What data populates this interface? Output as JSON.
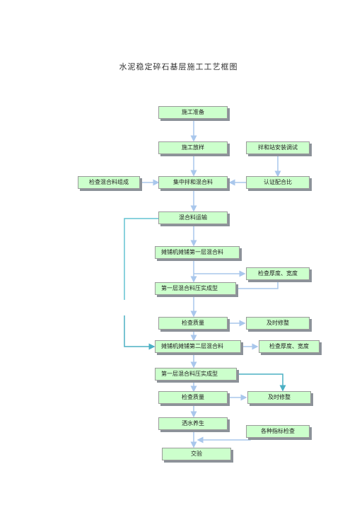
{
  "title": "水泥稳定碎石基层施工工艺框图",
  "colors": {
    "box_fill": "#ccffcc",
    "box_border": "#9a9a9a",
    "shadow": "#8c9299",
    "arrow": "#a9c7ec",
    "side_line": "#63c3d2",
    "accent_line": "#4bb0c4"
  },
  "nodes": {
    "prep": "施工准备",
    "survey": "施工放样",
    "plant_install": "拌和站安装调试",
    "check_mix_comp": "检查混合料组成",
    "central_mix": "集中拌和混合料",
    "confirm_ratio": "认证配合比",
    "transport": "混合料运输",
    "pave1": "摊铺机摊铺第一层混合料",
    "check_thick1": "检查厚度、宽度",
    "compact1": "第一层混合料压实成型",
    "check_quality1": "检查质量",
    "repair1": "及时修整",
    "pave2": "摊铺机摊铺第二层混合料",
    "check_thick2": "检查厚度、宽度",
    "compact2": "第一层混合料压实成型",
    "check_quality2": "检查质量",
    "repair2": "及时修整",
    "curing": "洒水养生",
    "index_check": "各种指标检查",
    "acceptance": "交验"
  }
}
